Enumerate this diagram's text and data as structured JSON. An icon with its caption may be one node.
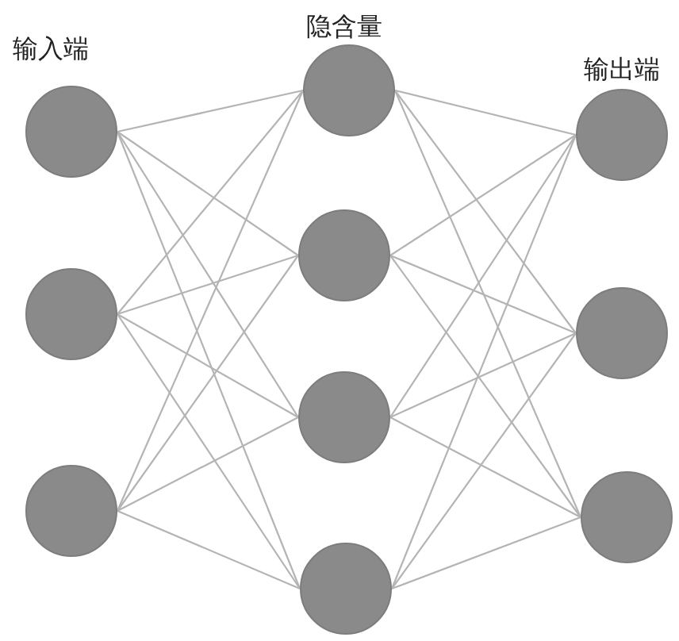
{
  "diagram": {
    "nodes": [
      {
        "text": [],
        "shape": "circle"
      },
      {
        "text": [],
        "shape": "circle"
      },
      {
        "text": [],
        "shape": "circle"
      },
      {
        "text": [],
        "shape": "circle"
      },
      {
        "text": [],
        "shape": "circle"
      },
      {
        "text": [],
        "shape": "circle"
      },
      {
        "text": [],
        "shape": "circle"
      },
      {
        "text": [],
        "shape": "circle"
      },
      {
        "text": [],
        "shape": "circle"
      },
      {
        "text": [],
        "shape": "circle"
      }
    ],
    "edges": [
      {
        "from": 0,
        "to": 3,
        "arrow": "none"
      },
      {
        "from": 0,
        "to": 4,
        "arrow": "none"
      },
      {
        "from": 0,
        "to": 5,
        "arrow": "none"
      },
      {
        "from": 0,
        "to": 6,
        "arrow": "none"
      },
      {
        "from": 1,
        "to": 3,
        "arrow": "none"
      },
      {
        "from": 1,
        "to": 4,
        "arrow": "none"
      },
      {
        "from": 1,
        "to": 5,
        "arrow": "none"
      },
      {
        "from": 1,
        "to": 6,
        "arrow": "none"
      },
      {
        "from": 2,
        "to": 3,
        "arrow": "none"
      },
      {
        "from": 2,
        "to": 4,
        "arrow": "none"
      },
      {
        "from": 2,
        "to": 5,
        "arrow": "none"
      },
      {
        "from": 2,
        "to": 6,
        "arrow": "none"
      },
      {
        "from": 3,
        "to": 7,
        "arrow": "none"
      },
      {
        "from": 3,
        "to": 8,
        "arrow": "none"
      },
      {
        "from": 3,
        "to": 9,
        "arrow": "none"
      },
      {
        "from": 4,
        "to": 7,
        "arrow": "none"
      },
      {
        "from": 4,
        "to": 8,
        "arrow": "none"
      },
      {
        "from": 4,
        "to": 9,
        "arrow": "none"
      },
      {
        "from": 5,
        "to": 7,
        "arrow": "none"
      },
      {
        "from": 5,
        "to": 8,
        "arrow": "none"
      },
      {
        "from": 5,
        "to": 9,
        "arrow": "none"
      },
      {
        "from": 6,
        "to": 7,
        "arrow": "none"
      },
      {
        "from": 6,
        "to": 8,
        "arrow": "none"
      },
      {
        "from": 6,
        "to": 9,
        "arrow": "none"
      }
    ],
    "labels": [
      "输入端",
      "隐含量",
      "输出端"
    ]
  }
}
